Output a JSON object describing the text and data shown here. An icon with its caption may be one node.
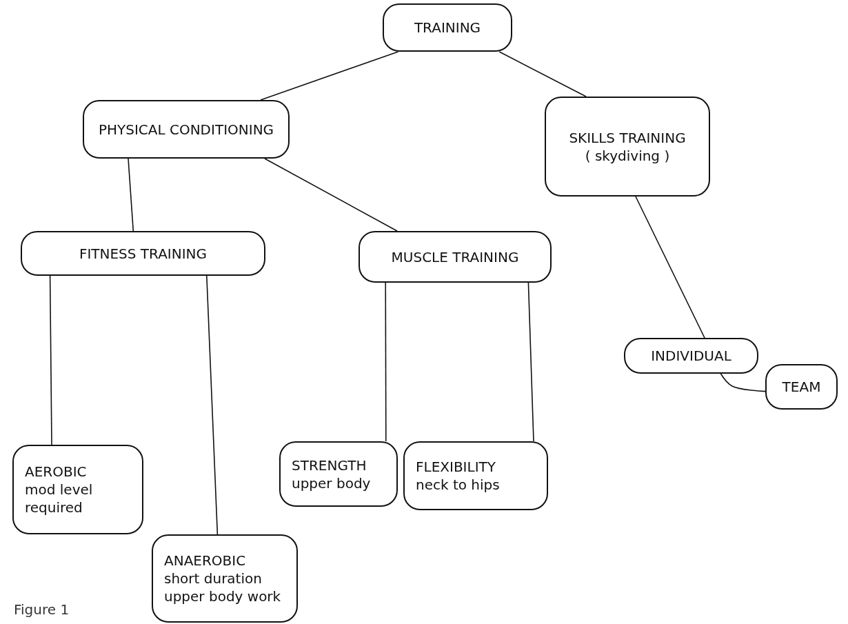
{
  "diagram": {
    "caption": "Figure 1",
    "nodes": [
      {
        "text": [
          "TRAINING"
        ]
      },
      {
        "text": [
          "PHYSICAL CONDITIONING"
        ]
      },
      {
        "text": [
          "SKILLS TRAINING",
          "( skydiving )"
        ]
      },
      {
        "text": [
          "FITNESS TRAINING"
        ]
      },
      {
        "text": [
          "MUSCLE TRAINING"
        ]
      },
      {
        "text": [
          "INDIVIDUAL"
        ]
      },
      {
        "text": [
          "TEAM"
        ]
      },
      {
        "text": [
          "AEROBIC",
          "mod level required"
        ]
      },
      {
        "text": [
          "ANAEROBIC",
          "short duration upper body work"
        ]
      },
      {
        "text": [
          "STRENGTH",
          "upper body"
        ]
      },
      {
        "text": [
          "FLEXIBILITY",
          "neck to hips"
        ]
      }
    ],
    "edges": [
      {
        "from": 0,
        "to": 1,
        "arrow": "none"
      },
      {
        "from": 0,
        "to": 2,
        "arrow": "none"
      },
      {
        "from": 1,
        "to": 3,
        "arrow": "none"
      },
      {
        "from": 1,
        "to": 4,
        "arrow": "none"
      },
      {
        "from": 2,
        "to": 5,
        "arrow": "none"
      },
      {
        "from": 5,
        "to": 6,
        "arrow": "none"
      },
      {
        "from": 3,
        "to": 7,
        "arrow": "none"
      },
      {
        "from": 3,
        "to": 8,
        "arrow": "none"
      },
      {
        "from": 4,
        "to": 9,
        "arrow": "none"
      },
      {
        "from": 4,
        "to": 10,
        "arrow": "none"
      }
    ]
  }
}
